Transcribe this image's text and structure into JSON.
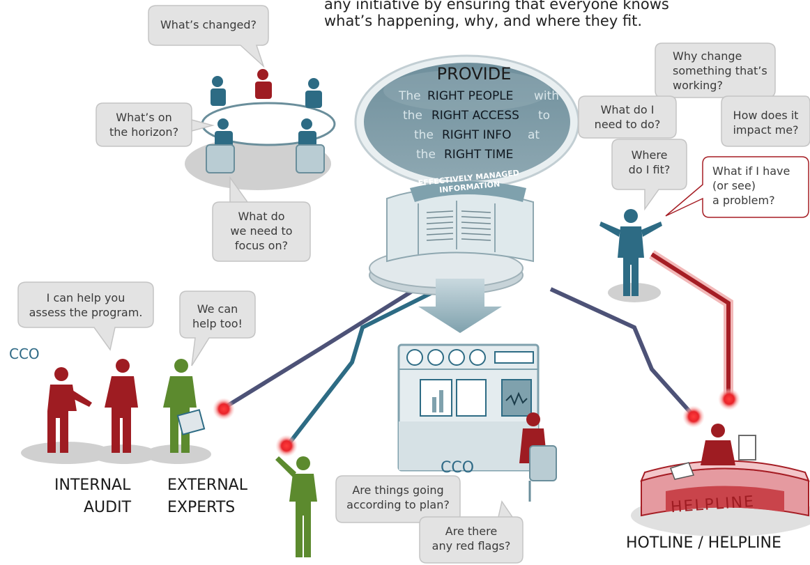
{
  "header": {
    "line1": "any initiative by ensuring that everyone knows",
    "line2": "what’s happening, why, and where they fit."
  },
  "bubbles": {
    "whats_changed": "What’s changed?",
    "on_horizon": "What’s on\nthe horizon?",
    "focus_on": "What do\nwe need to\nfocus on?",
    "why_change": "Why change\nsomething that’s\nworking?",
    "what_to_do": "What do I\nneed to do?",
    "impact_me": "How does it\nimpact me?",
    "where_fit": "Where\ndo I fit?",
    "problem": "What if I have\n(or see)\na problem?",
    "assess_program": "I can help you\nassess the program.",
    "help_too": "We can\nhelp too!",
    "going_plan": "Are things going\naccording to plan?",
    "red_flags": "Are there\nany red flags?"
  },
  "provide": {
    "title": "PROVIDE",
    "rows": [
      {
        "pre": "The",
        "key": "RIGHT PEOPLE",
        "post": "with"
      },
      {
        "pre": "the",
        "key": "RIGHT ACCESS",
        "post": "to"
      },
      {
        "pre": "the",
        "key": "RIGHT INFO",
        "post": "at"
      },
      {
        "pre": "the",
        "key": "RIGHT TIME",
        "post": ""
      }
    ]
  },
  "archive_label": {
    "line1": "EFFECTIVELY MANAGED",
    "line2": "INFORMATION"
  },
  "labels": {
    "cco_left": "CCO",
    "internal": "INTERNAL",
    "audit": "AUDIT",
    "external": "EXTERNAL",
    "experts": "EXPERTS",
    "cco_console": "CCO",
    "helpline_sign": "HELPLINE",
    "hotline": "HOTLINE / HELPLINE"
  },
  "colors": {
    "red": "#9e1c22",
    "teal": "#2d6b84",
    "green": "#5c8a2e",
    "navy_line": "#4d5277",
    "bubble": "#e3e3e3",
    "glow": "#e8242a"
  }
}
